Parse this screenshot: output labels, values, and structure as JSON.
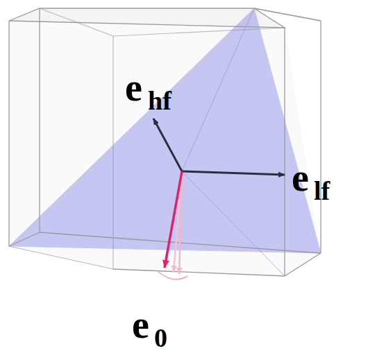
{
  "diagram": {
    "labels": [
      "e",
      "hf",
      "e",
      "lf",
      "e",
      "0"
    ]
  }
}
